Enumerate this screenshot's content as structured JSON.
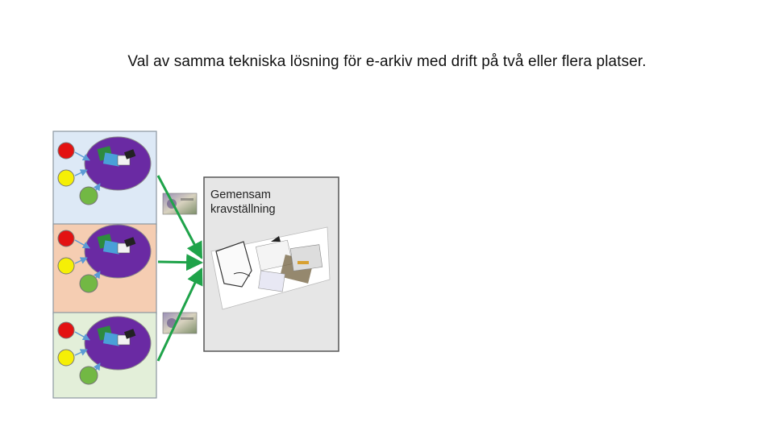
{
  "slide": {
    "title": "Val av samma tekniska lösning för e-arkiv med drift på två eller flera platser."
  },
  "requirements_box": {
    "label_line1": "Gemensam",
    "label_line2": "kravställning"
  },
  "colors": {
    "panel_blue": "#dde9f6",
    "panel_peach": "#f5cdb2",
    "panel_green": "#e3efd9",
    "panel_border": "#8b96a0",
    "blob_purple": "#6a2aa3",
    "dot_red": "#e31212",
    "dot_yellow": "#f5ef06",
    "dot_green": "#72b844",
    "arrow_green": "#1fa34a",
    "arrow_blue": "#5b9bd5",
    "ellipse_border": "#3b6aa0",
    "requirements_fill": "#e6e6e6"
  }
}
